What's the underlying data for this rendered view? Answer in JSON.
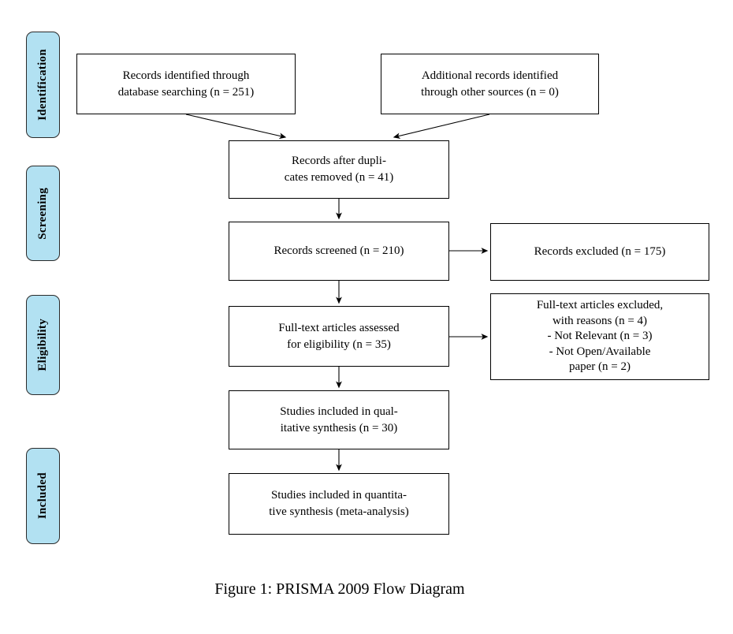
{
  "figure": {
    "caption": "Figure 1: PRISMA 2009 Flow Diagram"
  },
  "sidebar": {
    "stages": [
      "Identification",
      "Screening",
      "Eligibility",
      "Included"
    ]
  },
  "colors": {
    "stage_fill": "#b2e1f2",
    "stage_border": "#2b2b2b",
    "box_border": "#000000",
    "arrow": "#000000"
  },
  "boxes": {
    "identified": "Records identified through\ndatabase searching (n = 251)",
    "additional": "Additional records identified\nthrough other sources (n = 0)",
    "duplicates": "Records after dupli-\ncates removed (n = 41)",
    "screened": "Records screened (n = 210)",
    "excluded": "Records excluded (n = 175)",
    "fulltext": "Full-text articles assessed\nfor eligibility (n = 35)",
    "fulltext_excluded": "Full-text articles excluded,\nwith reasons (n = 4)\n- Not Relevant (n = 3)\n- Not Open/Available\npaper (n = 2)",
    "qualitative": "Studies included in qual-\nitative synthesis (n = 30)",
    "quantitative": "Studies included in quantita-\ntive synthesis (meta-analysis)"
  }
}
